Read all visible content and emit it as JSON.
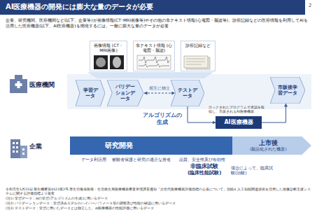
{
  "diagram": {
    "title": "AI医療機器の開発には膨大な量のデータが必要",
    "nodes": [
      {
        "text": [
          "画像情報 (CT・MRI画像)"
        ]
      },
      {
        "text": [
          "非テキスト情報 (心電図・脳波)"
        ]
      },
      {
        "text": [
          "診療記録など"
        ]
      },
      {
        "text": [
          "学習データ"
        ]
      },
      {
        "text": [
          "バリデーションデータ"
        ]
      },
      {
        "text": [
          "テストデータ"
        ]
      },
      {
        "text": [
          "市販後学習データ"
        ]
      },
      {
        "text": [
          "AI医療機器"
        ]
      },
      {
        "text": [
          "研究開発"
        ]
      },
      {
        "text": [
          "上市後",
          "(製品化された機器)"
        ]
      }
    ],
    "edges": [
      {
        "from": 4,
        "to": 5,
        "label": "相互に独立",
        "arrow": "both"
      },
      {
        "from": 5,
        "to": 7,
        "arrow": "to"
      },
      {
        "from": 7,
        "to": 6,
        "arrow": "to"
      }
    ],
    "labels": [
      "2",
      "企業、研究機関、医療機関など(以下、企業等)が画像情報(CT･MRI画像等)やその他の非テキスト情報(心電図・脳波等)、診療記録などの医療情報を利用してAIを活用した医療機器(以下、AI医療機器)を開発するには、一般に膨大な量のデータが必要",
      "医療機関",
      "企業",
      "アルゴリズムの生成",
      "ロックされたプログラムで承認を取得し、市販されるAI医療機器",
      "データ利活用",
      "被験者保護と研究の適正な推進",
      "品質、安全性及び有効性",
      "非臨床試験",
      "(臨床性能試験)",
      "場合によって、臨床試験(治験)",
      "令和元年5月23日 薬生機審発0523第2号 厚生労働省医薬・生活衛生局医療機器審査管理課長通知「次世代医療機器評価指標の公表について」別紙4 人工知能関連技術を活用した画像診断支援システムに関する評価指標より改変",
      "(注1) 学習データ：AIの学習(アルゴリズムの生成)に用いるデータ",
      "(注2) バリデーションデータ：学習済みモデルのハイパーパラメータ等の調整及び性能の確認に用いるデータ",
      "(注3) テストデータ：学習に用いたデータとは独立した、AI医療機器の性能評価に用いるデータ"
    ]
  }
}
